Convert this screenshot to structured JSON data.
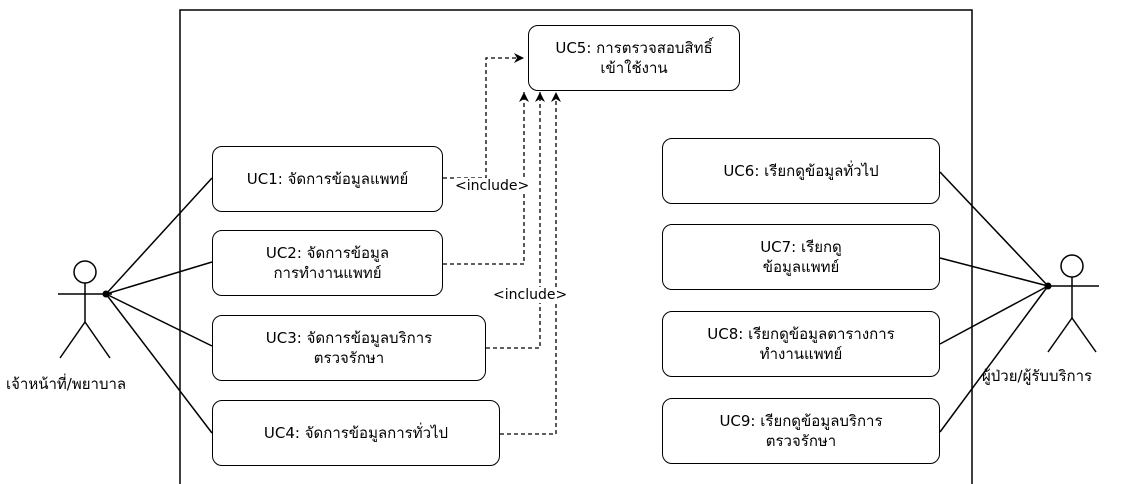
{
  "actors": {
    "staff": {
      "label": "เจ้าหน้าที่/พยาบาล"
    },
    "patient": {
      "label": "ผู้ป่วย/ผู้รับบริการ"
    }
  },
  "use_cases": {
    "uc1": {
      "lines": [
        "UC1: จัดการข้อมูลแพทย์"
      ]
    },
    "uc2": {
      "lines": [
        "UC2: จัดการข้อมูล",
        "การทำงานแพทย์"
      ]
    },
    "uc3": {
      "lines": [
        "UC3: จัดการข้อมูลบริการ",
        "ตรวจรักษา"
      ]
    },
    "uc4": {
      "lines": [
        "UC4: จัดการข้อมูลการทั่วไป"
      ]
    },
    "uc5": {
      "lines": [
        "UC5: การตรวจสอบสิทธิ์",
        "เข้าใช้งาน"
      ]
    },
    "uc6": {
      "lines": [
        "UC6: เรียกดูข้อมูลทั่วไป"
      ]
    },
    "uc7": {
      "lines": [
        "UC7: เรียกดู",
        "ข้อมูลแพทย์"
      ]
    },
    "uc8": {
      "lines": [
        "UC8: เรียกดูข้อมูลตารางการ",
        "ทำงานแพทย์"
      ]
    },
    "uc9": {
      "lines": [
        "UC9: เรียกดูข้อมูลบริการ",
        "ตรวจรักษา"
      ]
    }
  },
  "relations": {
    "include_label_1": "<include>",
    "include_label_2": "<include>"
  }
}
